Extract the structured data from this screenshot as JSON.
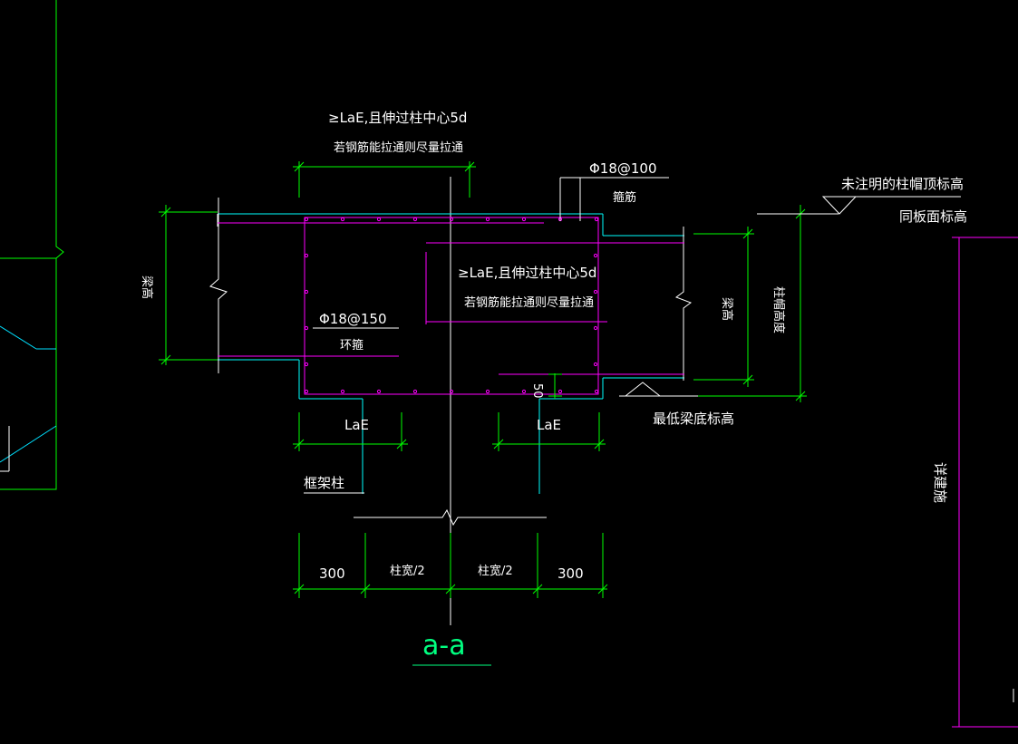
{
  "annotations": {
    "top_note_line1": "≥LaE,且伸过柱中心5d",
    "top_note_line2": "若钢筋能拉通则尽量拉通",
    "inner_note_line1": "≥LaE,且伸过柱中心5d",
    "inner_note_line2": "若钢筋能拉通则尽量拉通",
    "stirrup_spec_top": "Φ18@100",
    "stirrup_label_top": "箍筋",
    "tie_spec": "Φ18@150",
    "tie_label": "环箍",
    "cap_top_elev_line1": "未注明的柱帽顶标高",
    "cap_top_elev_line2": "同板面标高",
    "lowest_beam_bottom": "最低梁底标高",
    "beam_height_left": "梁高",
    "beam_height_right": "梁高",
    "cap_height": "柱帽高度",
    "anchor_left": "LaE",
    "anchor_right": "LaE",
    "frame_column": "框架柱",
    "dim_50": "50",
    "right_vertical_label": "详建施",
    "section_title": "a-a"
  },
  "dimensions": {
    "d1": "300",
    "d2": "柱宽/2",
    "d3": "柱宽/2",
    "d4": "300"
  },
  "colors": {
    "background": "#000000",
    "dimension": "#00ff00",
    "concrete": "#00ffff",
    "rebar": "#ff00ff",
    "text": "#ffffff",
    "title": "#00ff80"
  }
}
